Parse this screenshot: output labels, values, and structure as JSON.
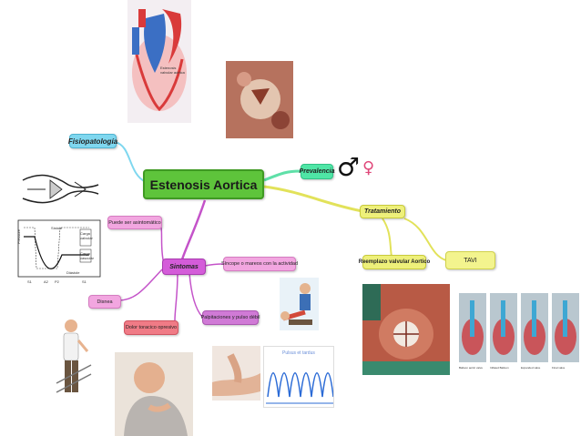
{
  "center": {
    "label": "Estenosis Aortica"
  },
  "fisiopatologia": {
    "label": "Fisiopatología"
  },
  "prevalencia": {
    "label": "Prevalencia",
    "male_symbol": "♂",
    "female_symbol": "♀"
  },
  "tratamiento": {
    "label": "Tratamiento"
  },
  "reemplazo": {
    "label": "Reemplazo valvular Aortico"
  },
  "tavi": {
    "label": "TAVI"
  },
  "sintomas": {
    "label": "Sintomas"
  },
  "sintomas_items": {
    "asintomatico": "Puede ser asintomático",
    "sincope": "Síncope o mareos con la actividad",
    "disnea": "Disnea",
    "dolor": "Dolor toracico opresivo",
    "palpitaciones": "Palpitaciones y pulso débil"
  },
  "heart_label": "Estenosis valvular aórtica",
  "pulse_label": "Pulsus et tardus",
  "pressure_chart": {
    "ylabel": "Pressure",
    "tick_labels": [
      "S1",
      "A2",
      "P2",
      "S1"
    ],
    "annotations": [
      "Carga valvular",
      "Carga vascular",
      "Sístole",
      "Diástole"
    ]
  },
  "tavi_captions": [
    "Balloon aortic valve",
    "Inflated Balloon",
    "Expanded valve",
    "Final valve"
  ],
  "colors": {
    "center": "#5ec43b",
    "fisiopatologia": "#7fd7ef",
    "prevalencia": "#4fe6a6",
    "tratamiento": "#eef07a",
    "sintomas": "#d45cd9",
    "link_blue": "#7fd7ef",
    "link_yellow": "#e2e25a",
    "link_purple": "#c453c9",
    "male_symbol": "#111111",
    "female_symbol": "#e0487a"
  }
}
